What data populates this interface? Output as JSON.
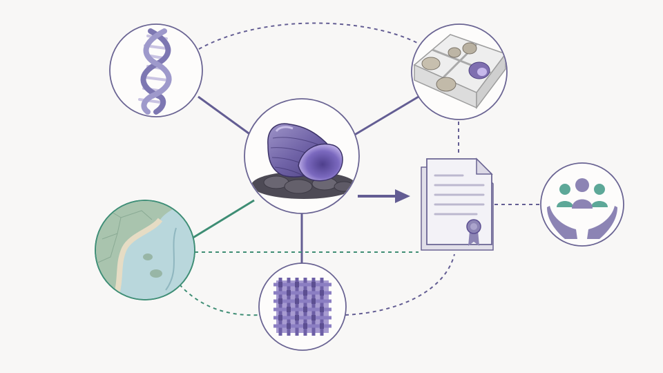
{
  "colors": {
    "background": "#f8f7f6",
    "node_border": "#6a6493",
    "coast_border": "#3f8e76",
    "purple_link": "#635d93",
    "green_link": "#3e8d74",
    "purple_dark": "#5c4f91",
    "purple_light": "#a79bd1",
    "document_fill": "#ebe9f1",
    "community_green": "#5da898",
    "community_purple": "#8c84b4"
  },
  "diagram": {
    "nodes": [
      {
        "id": "snail",
        "icon": "sea-snail-shell-icon"
      },
      {
        "id": "dna",
        "icon": "dna-double-helix-icon"
      },
      {
        "id": "specimens",
        "icon": "specimen-tray-icon"
      },
      {
        "id": "coast",
        "icon": "coastline-map-icon"
      },
      {
        "id": "textile",
        "icon": "woven-textile-icon"
      },
      {
        "id": "document",
        "icon": "certificate-document-icon"
      },
      {
        "id": "community",
        "icon": "community-hands-icon"
      }
    ],
    "links": [
      {
        "from": "snail",
        "to": "dna",
        "style": "solid"
      },
      {
        "from": "snail",
        "to": "specimens",
        "style": "solid"
      },
      {
        "from": "snail",
        "to": "coast",
        "style": "solid"
      },
      {
        "from": "snail",
        "to": "textile",
        "style": "solid"
      },
      {
        "from": "snail",
        "to": "document",
        "style": "arrow"
      },
      {
        "from": "dna",
        "to": "specimens",
        "style": "dashed"
      },
      {
        "from": "specimens",
        "to": "document",
        "style": "dashed"
      },
      {
        "from": "document",
        "to": "community",
        "style": "dashed"
      },
      {
        "from": "coast",
        "to": "document",
        "style": "dashed"
      },
      {
        "from": "coast",
        "to": "textile",
        "style": "dashed"
      },
      {
        "from": "textile",
        "to": "document",
        "style": "dashed"
      }
    ]
  }
}
